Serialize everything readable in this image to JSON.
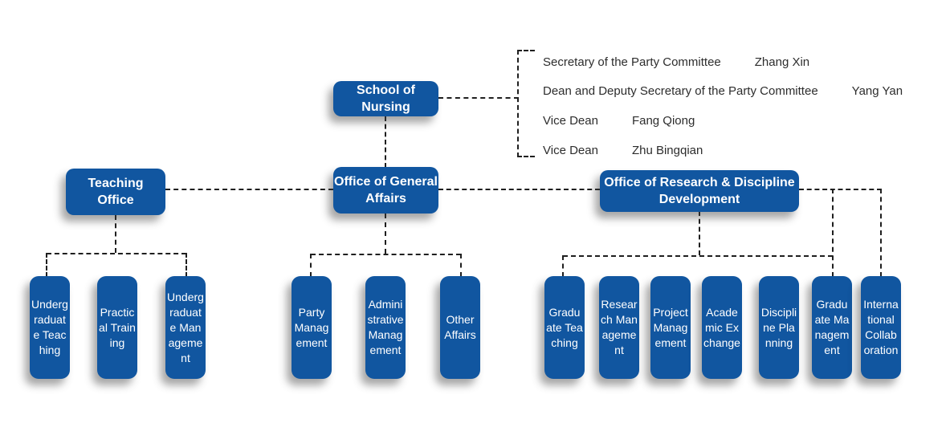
{
  "colors": {
    "box_blue": "#1156A0",
    "line_dark": "#1f1f1f",
    "text_dark": "#2d2d2d"
  },
  "root": {
    "label": "School of Nursing"
  },
  "leadership": [
    {
      "title": "Secretary of the Party Committee",
      "name": "Zhang Xin"
    },
    {
      "title": "Dean and Deputy Secretary of the Party Committee",
      "name": "Yang Yan"
    },
    {
      "title": "Vice Dean",
      "name": "Fang Qiong"
    },
    {
      "title": "Vice Dean",
      "name": "Zhu Bingqian"
    }
  ],
  "departments": [
    {
      "label": "Teaching Office",
      "units": [
        "Undergraduate Teaching",
        "Practical Training",
        "Undergraduate Management"
      ]
    },
    {
      "label": "Office of General Affairs",
      "units": [
        "Party Management",
        "Administrative Management",
        "Other Affairs"
      ]
    },
    {
      "label": "Office of Research & Discipline Development",
      "units": [
        "Graduate Teaching",
        "Research Management",
        "Project Management",
        "Academic Exchange",
        "Discipline Planning",
        "Graduate Management",
        "International Collaboration"
      ]
    }
  ]
}
